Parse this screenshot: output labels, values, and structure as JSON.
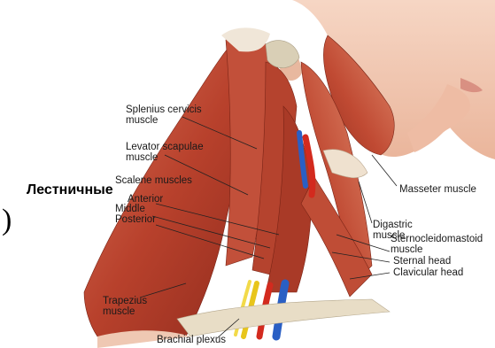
{
  "labels": {
    "splenius": "Splenius cervicis muscle",
    "splenius_l1": "Splenius cervicis",
    "splenius_l2": "muscle",
    "levator_l1": "Levator scapulae",
    "levator_l2": "muscle",
    "scalene": "Scalene muscles",
    "anterior": "Anterior",
    "middle": "Middle",
    "posterior": "Posterior",
    "trapezius_l1": "Trapezius",
    "trapezius_l2": "muscle",
    "brachial": "Brachial plexus",
    "masseter": "Masseter muscle",
    "digastric_l1": "Digastric",
    "digastric_l2": "muscle",
    "scm_l1": "Sternocleidomastoid",
    "scm_l2": "muscle",
    "sternal": "Sternal head",
    "clavicular": "Clavicular head"
  },
  "overlay": {
    "heading": "Лестничные",
    "paren": ")"
  },
  "colors": {
    "muscle": "#b8412c",
    "muscle_light": "#d9735a",
    "tendon": "#f0e6d8",
    "skin": "#f3c9b4",
    "artery": "#d32a1e",
    "vein": "#2a5fc4",
    "nerve": "#e8c51c"
  }
}
